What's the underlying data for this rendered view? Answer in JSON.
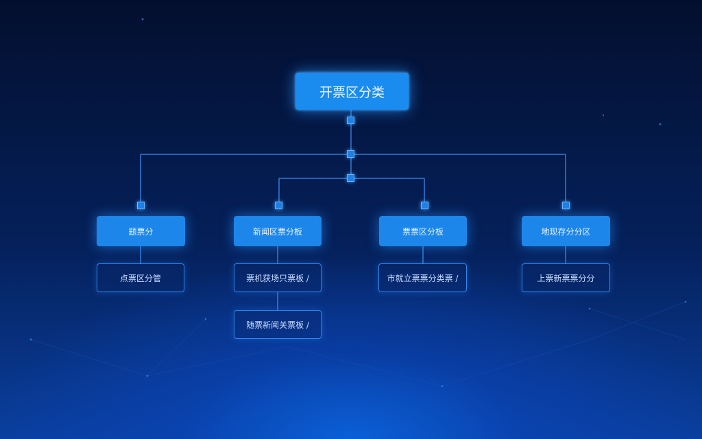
{
  "diagram": {
    "root": {
      "label": "开票区分类"
    },
    "categories": [
      {
        "id": "cat-1",
        "label": "题票分",
        "leaves": [
          "点票区分管"
        ]
      },
      {
        "id": "cat-2",
        "label": "新闻区票分板",
        "leaves": [
          "票机获场只票板 /",
          "随票新闻关票板 /"
        ]
      },
      {
        "id": "cat-3",
        "label": "票票区分板",
        "leaves": [
          "市就立票票分类票 /"
        ]
      },
      {
        "id": "cat-4",
        "label": "地现存分分区",
        "leaves": [
          "上票新票票分分"
        ]
      }
    ]
  },
  "colors": {
    "background_top": "#030f2e",
    "background_bottom": "#0a5fd6",
    "node_fill": "#1a8cf0",
    "leaf_border": "#2f88e8",
    "connector": "#3a8ff0"
  }
}
